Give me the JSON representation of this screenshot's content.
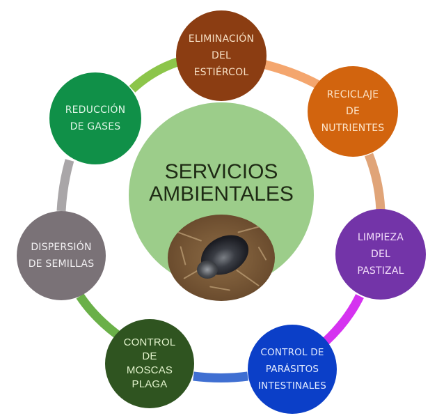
{
  "diagram": {
    "title_lines": [
      "SERVICIOS",
      "AMBIENTALES"
    ],
    "center_color": "#9ccd8a",
    "center_image": "dung-beetle-photo",
    "nodes": [
      {
        "id": "eliminacion",
        "lines": [
          "ELIMINACIÓN",
          "DEL",
          "ESTIÉRCOL"
        ],
        "color": "#8b3d12",
        "text_color": "#f6dfc4"
      },
      {
        "id": "reciclaje",
        "lines": [
          "RECICLAJE",
          "DE",
          "NUTRIENTES"
        ],
        "color": "#d2640e",
        "text_color": "#fde6cc"
      },
      {
        "id": "limpieza",
        "lines": [
          "LIMPIEZA",
          "DEL",
          "PASTIZAL"
        ],
        "color": "#7334a8",
        "text_color": "#f3defa"
      },
      {
        "id": "parasitos",
        "lines": [
          "CONTROL DE",
          "PARÁSITOS",
          "INTESTINALES"
        ],
        "color": "#0b3fc8",
        "text_color": "#e4ecff"
      },
      {
        "id": "moscas",
        "lines": [
          "CONTROL",
          "DE",
          "MOSCAS",
          "PLAGA"
        ],
        "color": "#2f5420",
        "text_color": "#e2f3cc"
      },
      {
        "id": "dispersion",
        "lines": [
          "DISPERSIÓN",
          "DE SEMILLAS"
        ],
        "color": "#7a7277",
        "text_color": "#f2f0f2"
      },
      {
        "id": "reduccion",
        "lines": [
          "REDUCCIÓN",
          "DE GASES"
        ],
        "color": "#109048",
        "text_color": "#dff5e6"
      }
    ],
    "connectors": [
      {
        "from": "eliminacion",
        "to": "reciclaje",
        "color": "#f4a66e"
      },
      {
        "from": "reciclaje",
        "to": "limpieza",
        "color": "#e0a478"
      },
      {
        "from": "limpieza",
        "to": "parasitos",
        "color": "#d532f0"
      },
      {
        "from": "parasitos",
        "to": "moscas",
        "color": "#3f6fd2"
      },
      {
        "from": "moscas",
        "to": "dispersion",
        "color": "#6ab048"
      },
      {
        "from": "dispersion",
        "to": "reduccion",
        "color": "#a9a6a8"
      },
      {
        "from": "reduccion",
        "to": "eliminacion",
        "color": "#8cc54a"
      }
    ]
  }
}
